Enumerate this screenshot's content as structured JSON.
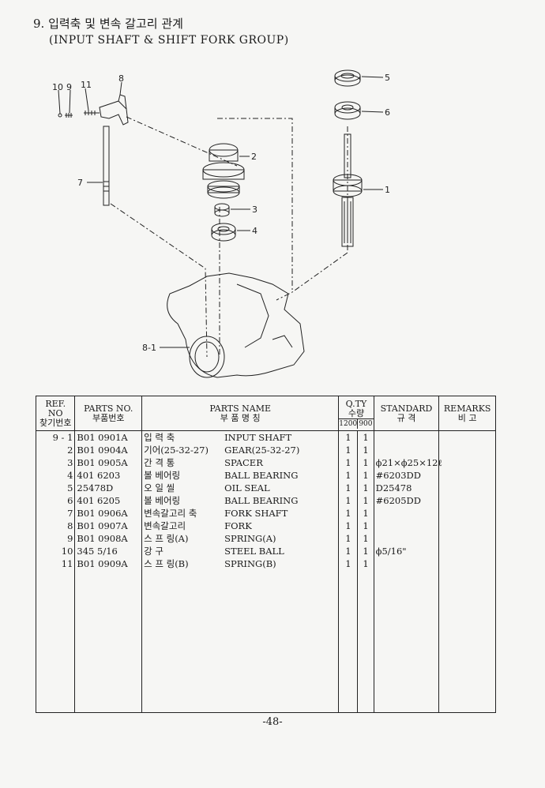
{
  "title": {
    "korean": "9. 입력축 및 변속 갈고리 관계",
    "english": "(INPUT SHAFT & SHIFT FORK GROUP)"
  },
  "diagram": {
    "callouts": [
      "10",
      "9",
      "11",
      "8",
      "5",
      "6",
      "2",
      "1",
      "7",
      "3",
      "4",
      "8-1"
    ]
  },
  "table": {
    "headers": {
      "ref_en": "REF. NO",
      "ref_ko": "찾기번호",
      "partno_en": "PARTS NO.",
      "partno_ko": "부품번호",
      "name_en": "PARTS NAME",
      "name_ko": "부 품 명 칭",
      "qty_en": "Q.TY",
      "qty_ko": "수량",
      "qty_a": "1200",
      "qty_b": "900",
      "std_en": "STANDARD",
      "std_ko": "규 격",
      "rem_en": "REMARKS",
      "rem_ko": "비 고"
    },
    "rows": [
      {
        "ref": "9 - 1",
        "part_no": "B01 0901A",
        "name_ko": "입 력 축",
        "name_en": "INPUT SHAFT",
        "q1200": "1",
        "q900": "1",
        "standard": "",
        "remarks": ""
      },
      {
        "ref": "2",
        "part_no": "B01 0904A",
        "name_ko": "기어(25-32-27)",
        "name_en": "GEAR(25-32-27)",
        "q1200": "1",
        "q900": "1",
        "standard": "",
        "remarks": ""
      },
      {
        "ref": "3",
        "part_no": "B01 0905A",
        "name_ko": "간 격 통",
        "name_en": "SPACER",
        "q1200": "1",
        "q900": "1",
        "standard": "ϕ21×ϕ25×12ℓ",
        "remarks": ""
      },
      {
        "ref": "4",
        "part_no": "401 6203",
        "name_ko": "볼 베어링",
        "name_en": "BALL BEARING",
        "q1200": "1",
        "q900": "1",
        "standard": "#6203DD",
        "remarks": ""
      },
      {
        "ref": "5",
        "part_no": "25478D",
        "name_ko": "오 일 씰",
        "name_en": "OIL SEAL",
        "q1200": "1",
        "q900": "1",
        "standard": "D25478",
        "remarks": ""
      },
      {
        "ref": "6",
        "part_no": "401 6205",
        "name_ko": "볼 베어링",
        "name_en": "BALL BEARING",
        "q1200": "1",
        "q900": "1",
        "standard": "#6205DD",
        "remarks": ""
      },
      {
        "ref": "7",
        "part_no": "B01 0906A",
        "name_ko": "변속갈고리 축",
        "name_en": "FORK SHAFT",
        "q1200": "1",
        "q900": "1",
        "standard": "",
        "remarks": ""
      },
      {
        "ref": "8",
        "part_no": "B01 0907A",
        "name_ko": "변속갈고리",
        "name_en": "FORK",
        "q1200": "1",
        "q900": "1",
        "standard": "",
        "remarks": ""
      },
      {
        "ref": "9",
        "part_no": "B01 0908A",
        "name_ko": "스 프 링(A)",
        "name_en": "SPRING(A)",
        "q1200": "1",
        "q900": "1",
        "standard": "",
        "remarks": ""
      },
      {
        "ref": "10",
        "part_no": "345 5/16",
        "name_ko": "강   구",
        "name_en": "STEEL BALL",
        "q1200": "1",
        "q900": "1",
        "standard": "ϕ5/16\"",
        "remarks": ""
      },
      {
        "ref": "11",
        "part_no": "B01 0909A",
        "name_ko": "스 프 링(B)",
        "name_en": "SPRING(B)",
        "q1200": "1",
        "q900": "1",
        "standard": "",
        "remarks": ""
      }
    ]
  },
  "page_number": "-48-"
}
